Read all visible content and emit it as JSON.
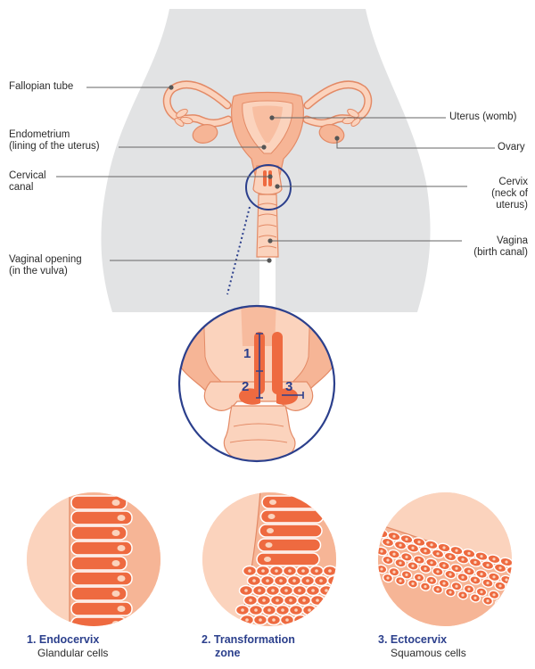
{
  "colors": {
    "body_silhouette": "#e2e3e4",
    "tissue_light": "#fbd3bd",
    "tissue_mid": "#f6b596",
    "tissue_dark": "#ee6a40",
    "outline": "#e38a66",
    "accent_navy": "#2b3f8c",
    "leader": "#666666"
  },
  "labels": {
    "fallopian_tube": "Fallopian tube",
    "endometrium": "Endometrium",
    "endometrium_sub": "(lining of the uterus)",
    "cervical": "Cervical",
    "cervical_canal": "canal",
    "vaginal_opening": "Vaginal opening",
    "vaginal_opening_sub": "(in the vulva)",
    "uterus": "Uterus (womb)",
    "ovary": "Ovary",
    "cervix": "Cervix",
    "cervix_sub1": "(neck of",
    "cervix_sub2": "uterus)",
    "vagina": "Vagina",
    "vagina_sub": "(birth canal)"
  },
  "zoom_markers": {
    "one": "1",
    "two": "2",
    "three": "3"
  },
  "captions": [
    {
      "title": "1. Endocervix",
      "subtitle": "Glandular cells"
    },
    {
      "title": "2. Transformation",
      "title2": "zone"
    },
    {
      "title": "3. Ectocervix",
      "subtitle": "Squamous cells"
    }
  ]
}
